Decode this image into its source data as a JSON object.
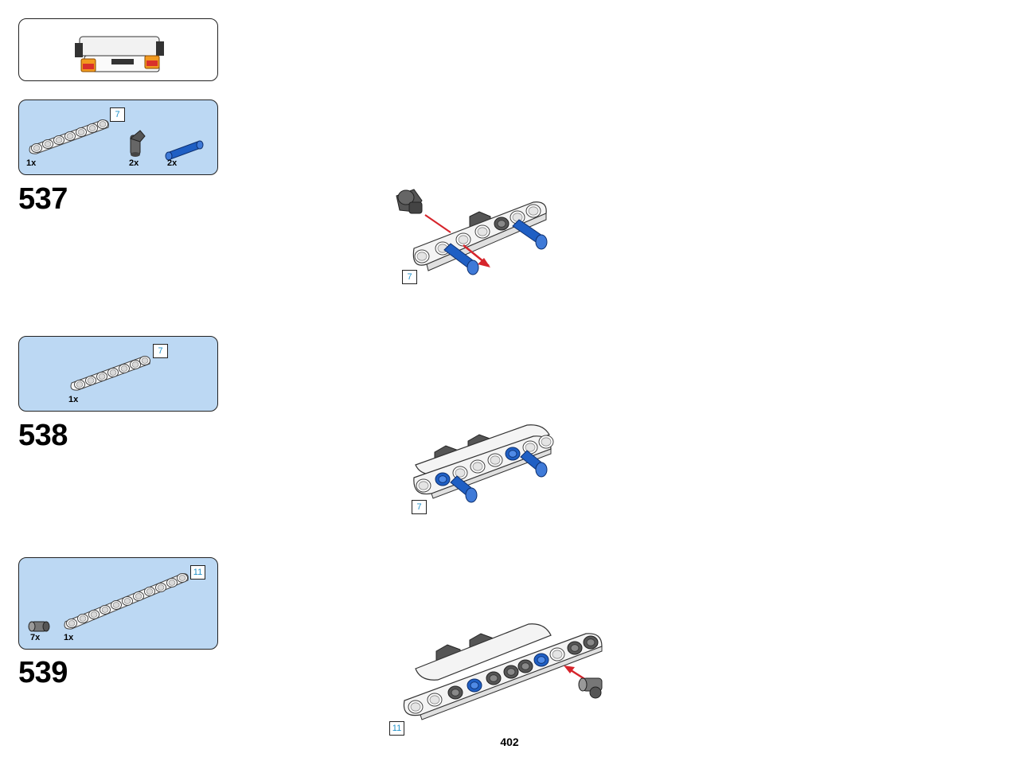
{
  "page_number": "402",
  "steps": [
    {
      "number": "537",
      "parts": [
        {
          "qty": "1x",
          "name": "white-liftarm-7"
        },
        {
          "qty": "2x",
          "name": "dark-gray-angle-connector"
        },
        {
          "qty": "2x",
          "name": "blue-axle-pin"
        }
      ],
      "part_length_label": "7",
      "assembly_length_label": "7"
    },
    {
      "number": "538",
      "parts": [
        {
          "qty": "1x",
          "name": "white-liftarm-7"
        }
      ],
      "part_length_label": "7",
      "assembly_length_label": "7"
    },
    {
      "number": "539",
      "parts": [
        {
          "qty": "7x",
          "name": "gray-friction-pin"
        },
        {
          "qty": "1x",
          "name": "white-liftarm-11"
        }
      ],
      "part_length_label": "11",
      "assembly_length_label": "11"
    }
  ],
  "colors": {
    "callout_bg": "#bcd8f3",
    "liftarm_white": "#f4f4f4",
    "pin_blue": "#1f5fc4",
    "connector_gray": "#5a5a5a",
    "arrow_red": "#d6242b",
    "length_label": "#1e90c8"
  }
}
